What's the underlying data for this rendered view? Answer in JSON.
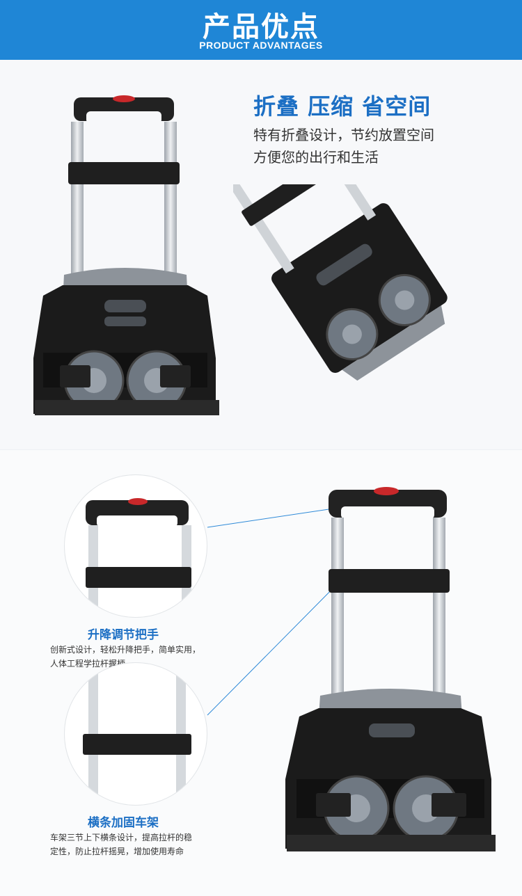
{
  "header": {
    "title_cn": "产品优点",
    "title_en": "PRODUCT ADVANTAGES",
    "bg_color": "#1f86d6"
  },
  "fold": {
    "title": "折叠 压缩 省空间",
    "desc_line1": "特有折叠设计，节约放置空间",
    "desc_line2": "方便您的出行和生活"
  },
  "features": [
    {
      "title": "升降调节把手",
      "desc_line1": "创新式设计，轻松升降把手，简单实用，",
      "desc_line2": "人体工程学拉杆握柄，"
    },
    {
      "title": "横条加固车架",
      "desc_line1": "车架三节上下横条设计，提高拉杆的稳",
      "desc_line2": "定性，防止拉杆摇晃，增加使用寿命"
    }
  ],
  "colors": {
    "accent": "#1c6fc4",
    "frame": "#222222",
    "aluminum": "#c9cdd2",
    "wheel": "#7d8690"
  }
}
